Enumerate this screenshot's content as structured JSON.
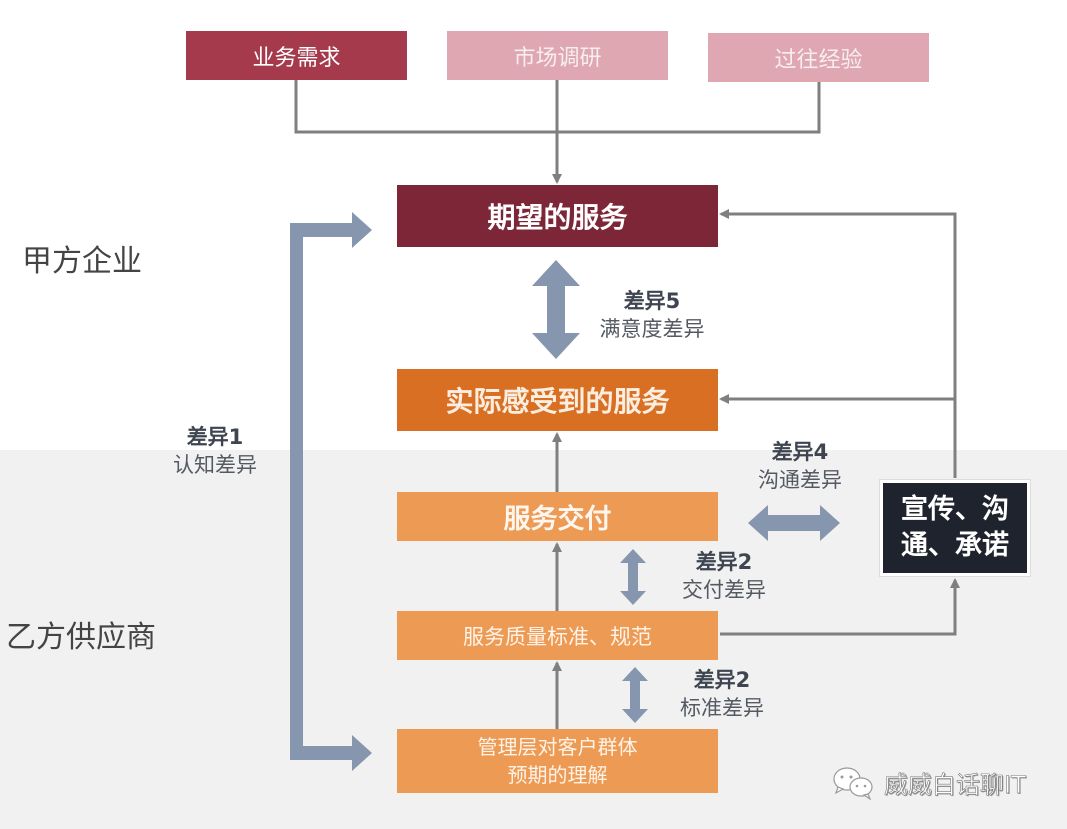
{
  "sections": {
    "party_a": "甲方企业",
    "party_b": "乙方供应商"
  },
  "sources": [
    {
      "label": "业务需求"
    },
    {
      "label": "市场调研"
    },
    {
      "label": "过往经验"
    }
  ],
  "blocks": {
    "expected_service": "期望的服务",
    "perceived_service": "实际感受到的服务",
    "service_delivery": "服务交付",
    "quality_standards": "服务质量标准、规范",
    "management_understanding_line1": "管理层对客户群体",
    "management_understanding_line2": "预期的理解",
    "communication_line1": "宣传、沟",
    "communication_line2": "通、承诺"
  },
  "gaps": [
    {
      "title": "差异1",
      "subtitle": "认知差异"
    },
    {
      "title": "差异5",
      "subtitle": "满意度差异"
    },
    {
      "title": "差异4",
      "subtitle": "沟通差异"
    },
    {
      "title": "差异2",
      "subtitle": "交付差异"
    },
    {
      "title": "差异2",
      "subtitle": "标准差异"
    }
  ],
  "watermark": {
    "icon": "wechat-icon",
    "text": "威威白话聊IT"
  },
  "colors": {
    "source_primary": "#a43a4c",
    "source_secondary": "#dea7b2",
    "expected": "#7c2637",
    "perceived": "#d86f22",
    "supplier_blocks": "#ec9a54",
    "communication": "#1f232d",
    "gap_arrow": "#8696ae",
    "connector": "#7f7f7f",
    "lower_band": "#f1f1f1"
  }
}
